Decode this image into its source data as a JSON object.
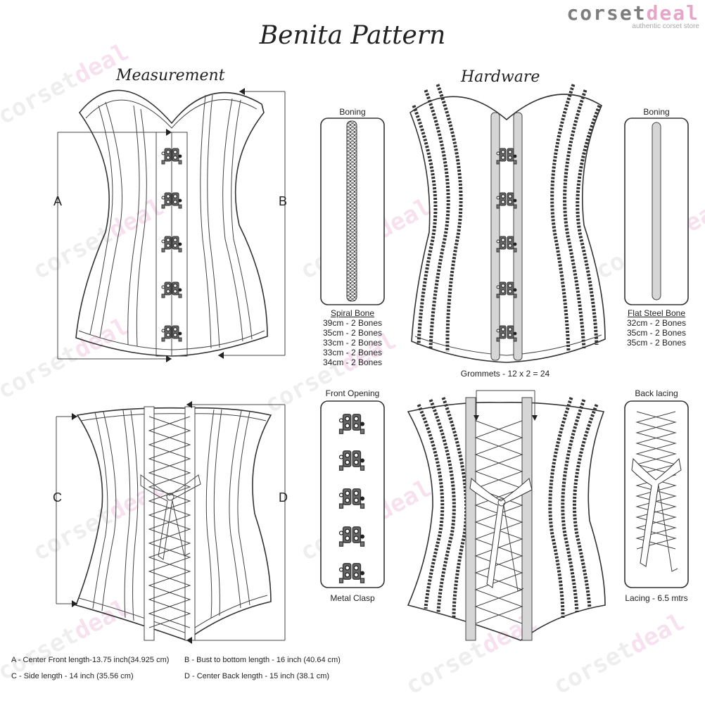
{
  "logo": {
    "part1": "corset",
    "part2": "deal",
    "tagline": "authentic corset store"
  },
  "title": "Benita Pattern",
  "sections": {
    "left": "Measurement",
    "right": "Hardware"
  },
  "letters": {
    "a": "A",
    "b": "B",
    "c": "C",
    "d": "D"
  },
  "boxes": {
    "spiral": {
      "title": "Boning",
      "name": "Spiral Bone",
      "lines": [
        "39cm - 2 Bones",
        "35cm - 2 Bones",
        "33cm - 2 Bones",
        "33cm - 2 Bones",
        "34cm - 2 Bones"
      ]
    },
    "flat": {
      "title": "Boning",
      "name": "Flat Steel Bone",
      "lines": [
        "32cm - 2 Bones",
        "35cm - 2 Bones",
        "35cm - 2 Bones"
      ]
    },
    "front": {
      "title": "Front Opening",
      "caption": "Metal Clasp"
    },
    "lacing": {
      "title": "Back lacing",
      "caption": "Lacing - 6.5 mtrs"
    }
  },
  "grommets": "Grommets - 12 x 2 = 24",
  "legend": {
    "a": "A - Center Front length-13.75 inch(34.925 cm)",
    "b": "B - Bust to bottom length - 16 inch (40.64 cm)",
    "c": "C - Side length - 14 inch (35.56 cm)",
    "d": "D - Center Back length -  15 inch (38.1 cm)"
  },
  "colors": {
    "logo_gray": "#7d7d7d",
    "logo_pink": "#e6a6c8",
    "bone_gray": "#d6d6d6",
    "line": "#333333"
  }
}
